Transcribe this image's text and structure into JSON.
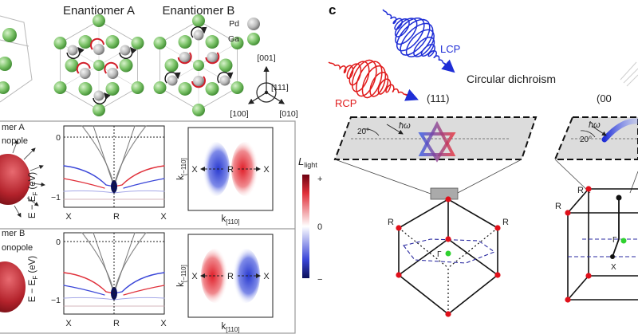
{
  "panel_label": "c",
  "top": {
    "enantiomer_a": "Enantiomer A",
    "enantiomer_b": "Enantiomer B",
    "legend_pd": "Pd",
    "legend_ga": "Ga",
    "axis_001": "[001]",
    "axis_111": "[111]",
    "axis_100": "[100]",
    "axis_010": "[010]"
  },
  "row_a": {
    "partial_title": "mer A",
    "partial_sub": "nopole",
    "ylabel": "E − E",
    "ylabel_sub": "F",
    "ylabel_unit": " (eV)",
    "y_ticks": [
      "0",
      "−1"
    ],
    "x_ticks": [
      "X",
      "R",
      "X"
    ],
    "map_ylabel": "k",
    "map_ylabel_sub": "[−110]",
    "map_labels": [
      "X",
      "R",
      "X"
    ]
  },
  "row_b": {
    "partial_title": "mer B",
    "partial_sub": "onopole",
    "ylabel": "E − E",
    "ylabel_sub": "F",
    "ylabel_unit": " (eV)",
    "y_ticks": [
      "0",
      "−1"
    ],
    "x_ticks": [
      "X",
      "R",
      "X"
    ],
    "map_ylabel": "k",
    "map_ylabel_sub": "[−110]",
    "map_labels": [
      "X",
      "R",
      "X"
    ],
    "map_xlabel": "k",
    "map_xlabel_sub": "[110]"
  },
  "row_a_map_xlabel": "k",
  "row_a_map_xlabel_sub": "[110]",
  "colorbar": {
    "title": "L",
    "title_sub": "light",
    "plus": "+",
    "zero": "0",
    "minus": "−"
  },
  "panel_c": {
    "lcp": "LCP",
    "rcp": "RCP",
    "circular_dichroism": "Circular dichroism",
    "face_111": "(111)",
    "face_00_partial": "(00",
    "hw": "ħω",
    "angle": "20°",
    "angle_right": "20°",
    "hw_right": "ħω",
    "bz_left": {
      "R_top_left": "R",
      "R_top_right": "R",
      "gamma": "Γ"
    },
    "bz_right": {
      "R_left": "R",
      "R_mid": "R",
      "gamma": "Γ",
      "X": "X"
    }
  },
  "colors": {
    "lcp": "#1f2ed6",
    "rcp": "#e01b1b",
    "ga": "#7dc46a",
    "pd": "#b9b9b9",
    "bz_point": "#e0101a",
    "gamma_point": "#2fd12f",
    "panel_border": "#9a9a9a"
  }
}
